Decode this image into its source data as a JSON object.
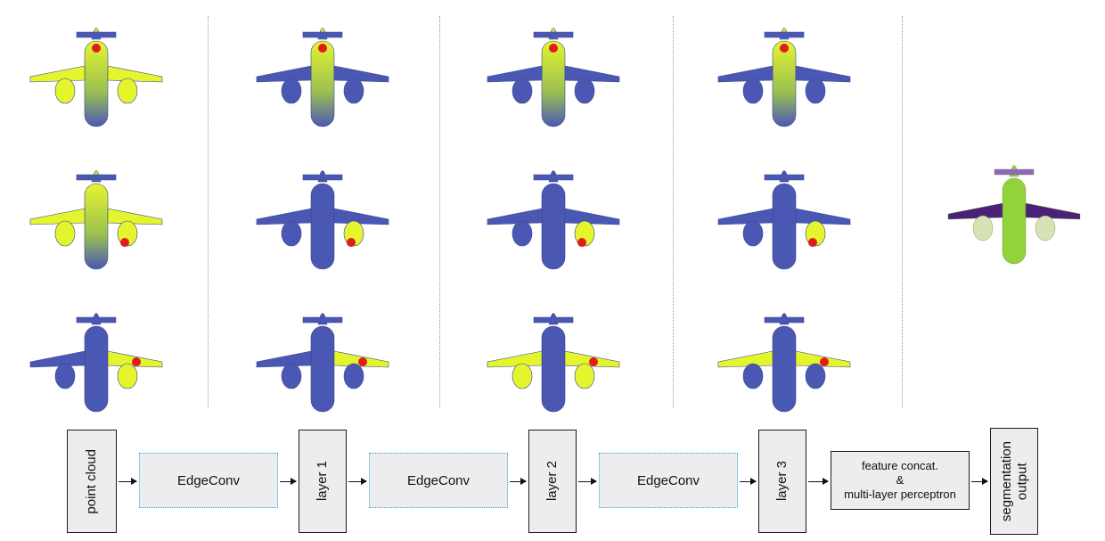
{
  "colors": {
    "low": "#4a58b4",
    "high": "#e4f52e",
    "query_point": "#e01c1c",
    "seg_body": "#92d23a",
    "seg_wing": "#4a2178",
    "seg_tail": "#9164c0",
    "seg_engine": "#d6e3b4"
  },
  "figure": {
    "grid_columns": 4,
    "grid_rows": 3,
    "query_points": [
      "cockpit",
      "right-engine",
      "right-wing"
    ],
    "right_panel": "segmentation-result"
  },
  "pipeline": {
    "input": "point cloud",
    "edgeconv_1": "EdgeConv",
    "layer_1": "layer 1",
    "edgeconv_2": "EdgeConv",
    "layer_2": "layer 2",
    "edgeconv_3": "EdgeConv",
    "layer_3": "layer 3",
    "mlp_line1": "feature concat.",
    "mlp_line2": "&",
    "mlp_line3": "multi-layer perceptron",
    "output_line1": "segmentation",
    "output_line2": "output"
  }
}
